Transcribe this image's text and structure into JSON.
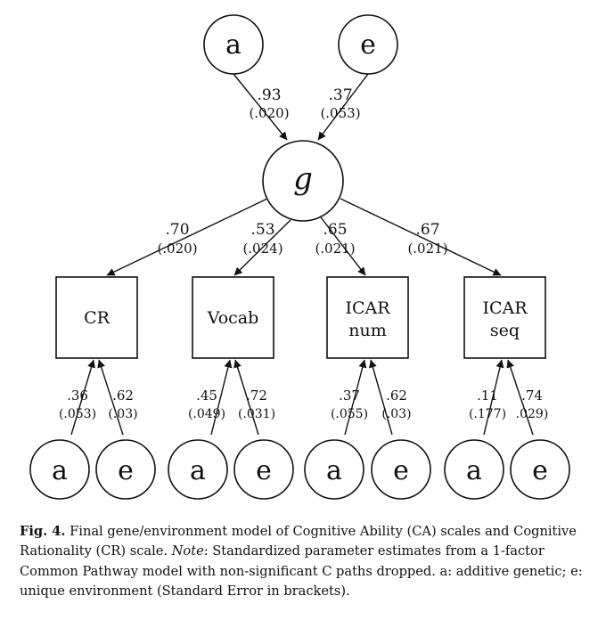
{
  "diagram": {
    "top": {
      "a_label": "a",
      "e_label": "e",
      "g_label": "g",
      "a_coef": ".93",
      "a_se": "(.020)",
      "e_coef": ".37",
      "e_se": "(.053)"
    },
    "indicators": [
      {
        "line1": "CR",
        "line2": "",
        "loading": ".70",
        "loading_se": "(.020)",
        "a_coef": ".36",
        "a_se": "(.053)",
        "e_coef": ".62",
        "e_se": "(.03)",
        "a_label": "a",
        "e_label": "e"
      },
      {
        "line1": "Vocab",
        "line2": "",
        "loading": ".53",
        "loading_se": "(.024)",
        "a_coef": ".45",
        "a_se": "(.049)",
        "e_coef": ".72",
        "e_se": "(.031)",
        "a_label": "a",
        "e_label": "e"
      },
      {
        "line1": "ICAR",
        "line2": "num",
        "loading": ".65",
        "loading_se": "(.021)",
        "a_coef": ".37",
        "a_se": "(.055)",
        "e_coef": ".62",
        "e_se": "(.03)",
        "a_label": "a",
        "e_label": "e"
      },
      {
        "line1": "ICAR",
        "line2": "seq",
        "loading": ".67",
        "loading_se": "(.021)",
        "a_coef": ".11",
        "a_se": "(.177)",
        "e_coef": ".74",
        "e_se": ".029)",
        "a_label": "a",
        "e_label": "e"
      }
    ]
  },
  "caption": {
    "fig_label": "Fig. 4.",
    "text_1": " Final gene/environment model of Cognitive Ability (CA) scales and Cognitive Rationality (CR) scale. ",
    "note_label": "Note",
    "text_2": ": Standardized parameter estimates from a 1-factor Common Pathway model with non-significant C paths dropped. a: additive genetic; e: unique environment (Standard Error in brackets)."
  }
}
